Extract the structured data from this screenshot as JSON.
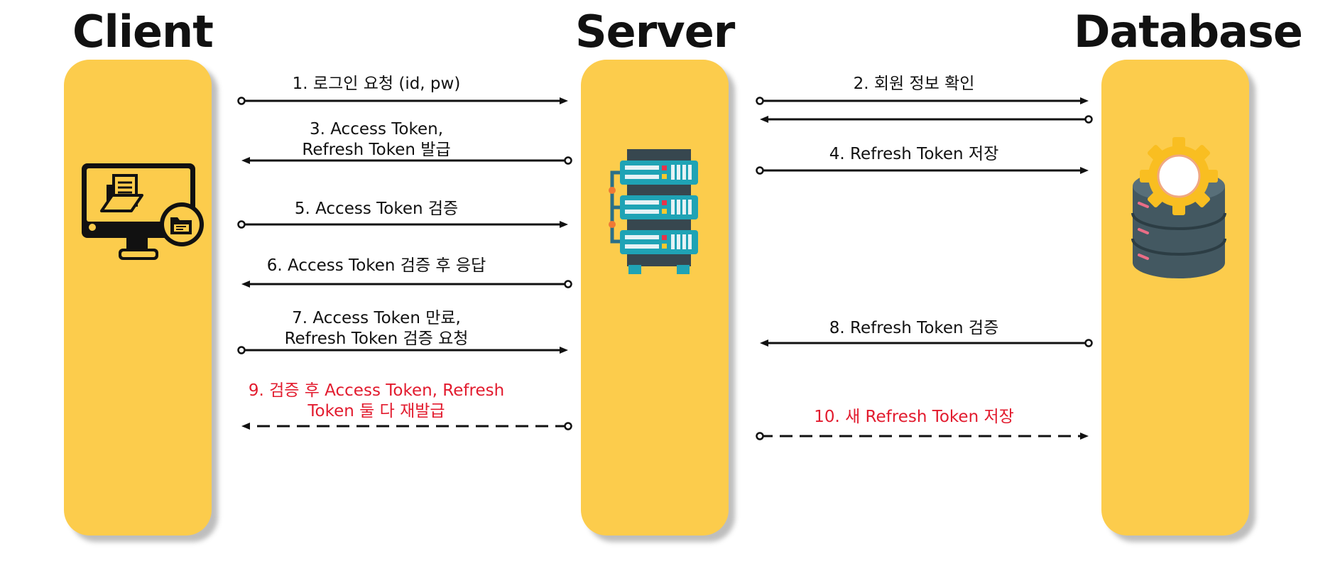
{
  "actors": [
    {
      "id": "client",
      "name": "Client"
    },
    {
      "id": "server",
      "name": "Server"
    },
    {
      "id": "database",
      "name": "Database"
    }
  ],
  "colors": {
    "lane": "#fccc4c",
    "highlight": "#e21b2e",
    "arrow": "#111111"
  },
  "messages": [
    {
      "id": "m1",
      "text": "1. 로그인 요청 (id, pw)",
      "from": "client",
      "to": "server",
      "style": "solid"
    },
    {
      "id": "m2",
      "text": "2. 회원 정보 확인",
      "from": "server",
      "to": "database",
      "style": "solid"
    },
    {
      "id": "m2r",
      "text": "",
      "from": "database",
      "to": "server",
      "style": "solid"
    },
    {
      "id": "m3",
      "text": "3. Access Token,\nRefresh Token 발급",
      "from": "server",
      "to": "client",
      "style": "solid"
    },
    {
      "id": "m4",
      "text": "4. Refresh Token 저장",
      "from": "server",
      "to": "database",
      "style": "solid"
    },
    {
      "id": "m5",
      "text": "5. Access Token 검증",
      "from": "client",
      "to": "server",
      "style": "solid"
    },
    {
      "id": "m6",
      "text": "6. Access Token 검증 후 응답",
      "from": "server",
      "to": "client",
      "style": "solid"
    },
    {
      "id": "m7",
      "text": "7. Access Token 만료,\nRefresh Token 검증 요청",
      "from": "client",
      "to": "server",
      "style": "solid"
    },
    {
      "id": "m8",
      "text": "8.  Refresh Token 검증",
      "from": "database",
      "to": "server",
      "style": "solid"
    },
    {
      "id": "m9",
      "text": "9. 검증 후 Access Token, Refresh\nToken 둘 다 재발급",
      "from": "server",
      "to": "client",
      "style": "dashed",
      "highlight": true
    },
    {
      "id": "m10",
      "text": "10. 새 Refresh Token 저장",
      "from": "server",
      "to": "database",
      "style": "dashed",
      "highlight": true
    }
  ],
  "icons": [
    "computer-monitor-icon",
    "server-rack-icon",
    "database-gear-icon"
  ]
}
